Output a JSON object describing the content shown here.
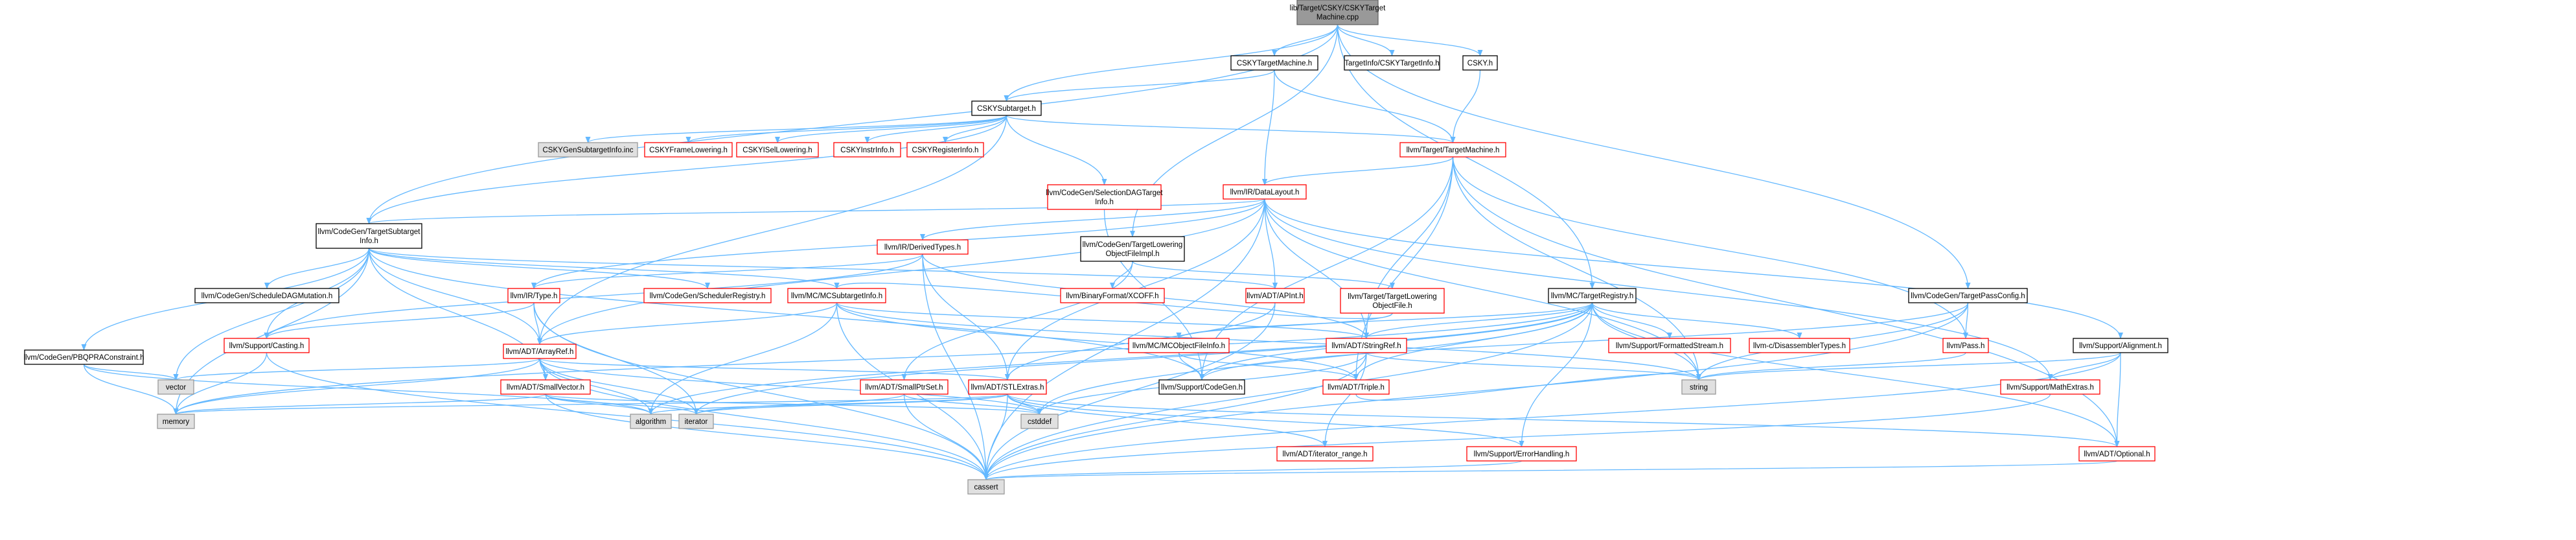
{
  "graph": {
    "colors": {
      "edge": "#63b8ff",
      "root_fill": "#999999",
      "root_border": "#666666",
      "red_text": "#ff0000",
      "black_text": "#000000",
      "white_fill": "#ffffff",
      "grey_fill": "#e0e0e0",
      "grey_border": "#999999"
    },
    "nodes": [
      {
        "id": "root",
        "lines": [
          "lib/Target/CSKY/CSKYTarget",
          "Machine.cpp"
        ],
        "style": "root"
      },
      {
        "id": "CSKYTargetMachine_h",
        "lines": [
          "CSKYTargetMachine.h"
        ],
        "style": "black"
      },
      {
        "id": "TargetInfo",
        "lines": [
          "TargetInfo/CSKYTargetInfo.h"
        ],
        "style": "black"
      },
      {
        "id": "CSKY_h",
        "lines": [
          "CSKY.h"
        ],
        "style": "black"
      },
      {
        "id": "CSKYSubtarget",
        "lines": [
          "CSKYSubtarget.h"
        ],
        "style": "black"
      },
      {
        "id": "GenSubtargetInfo",
        "lines": [
          "CSKYGenSubtargetInfo.inc"
        ],
        "style": "grey"
      },
      {
        "id": "FrameLowering",
        "lines": [
          "CSKYFrameLowering.h"
        ],
        "style": "red"
      },
      {
        "id": "ISelLowering",
        "lines": [
          "CSKYISelLowering.h"
        ],
        "style": "red"
      },
      {
        "id": "InstrInfo",
        "lines": [
          "CSKYInstrInfo.h"
        ],
        "style": "red"
      },
      {
        "id": "RegisterInfo",
        "lines": [
          "CSKYRegisterInfo.h"
        ],
        "style": "red"
      },
      {
        "id": "TargetMachine",
        "lines": [
          "llvm/Target/TargetMachine.h"
        ],
        "style": "red"
      },
      {
        "id": "SelectionDAG",
        "lines": [
          "llvm/CodeGen/SelectionDAGTarget",
          "Info.h"
        ],
        "style": "red"
      },
      {
        "id": "DataLayout",
        "lines": [
          "llvm/IR/DataLayout.h"
        ],
        "style": "red"
      },
      {
        "id": "TargetSubtargetInfo",
        "lines": [
          "llvm/CodeGen/TargetSubtarget",
          "Info.h"
        ],
        "style": "black"
      },
      {
        "id": "DerivedTypes",
        "lines": [
          "llvm/IR/DerivedTypes.h"
        ],
        "style": "red"
      },
      {
        "id": "TLOFImpl",
        "lines": [
          "llvm/CodeGen/TargetLowering",
          "ObjectFileImpl.h"
        ],
        "style": "black"
      },
      {
        "id": "SchedDAGMutation",
        "lines": [
          "llvm/CodeGen/ScheduleDAGMutation.h"
        ],
        "style": "black"
      },
      {
        "id": "PBQPRA",
        "lines": [
          "llvm/CodeGen/PBQPRAConstraint.h"
        ],
        "style": "black"
      },
      {
        "id": "IRType",
        "lines": [
          "llvm/IR/Type.h"
        ],
        "style": "red"
      },
      {
        "id": "SchedRegistry",
        "lines": [
          "llvm/CodeGen/SchedulerRegistry.h"
        ],
        "style": "red"
      },
      {
        "id": "MCSubtargetInfo",
        "lines": [
          "llvm/MC/MCSubtargetInfo.h"
        ],
        "style": "red"
      },
      {
        "id": "XCOFF",
        "lines": [
          "llvm/BinaryFormat/XCOFF.h"
        ],
        "style": "red"
      },
      {
        "id": "APInt",
        "lines": [
          "llvm/ADT/APInt.h"
        ],
        "style": "red"
      },
      {
        "id": "TLOF",
        "lines": [
          "llvm/Target/TargetLowering",
          "ObjectFile.h"
        ],
        "style": "red"
      },
      {
        "id": "TargetRegistry",
        "lines": [
          "llvm/MC/TargetRegistry.h"
        ],
        "style": "black"
      },
      {
        "id": "TargetPassConfig",
        "lines": [
          "llvm/CodeGen/TargetPassConfig.h"
        ],
        "style": "black"
      },
      {
        "id": "Casting",
        "lines": [
          "llvm/Support/Casting.h"
        ],
        "style": "red"
      },
      {
        "id": "ArrayRef",
        "lines": [
          "llvm/ADT/ArrayRef.h"
        ],
        "style": "red"
      },
      {
        "id": "vector",
        "lines": [
          "vector"
        ],
        "style": "grey"
      },
      {
        "id": "MCObjectFileInfo",
        "lines": [
          "llvm/MC/MCObjectFileInfo.h"
        ],
        "style": "red"
      },
      {
        "id": "StringRef",
        "lines": [
          "llvm/ADT/StringRef.h"
        ],
        "style": "red"
      },
      {
        "id": "FormattedStream",
        "lines": [
          "llvm/Support/FormattedStream.h"
        ],
        "style": "red"
      },
      {
        "id": "Disassembler",
        "lines": [
          "llvm-c/DisassemblerTypes.h"
        ],
        "style": "red"
      },
      {
        "id": "Pass",
        "lines": [
          "llvm/Pass.h"
        ],
        "style": "red"
      },
      {
        "id": "Alignment",
        "lines": [
          "llvm/Support/Alignment.h"
        ],
        "style": "black"
      },
      {
        "id": "SmallVector",
        "lines": [
          "llvm/ADT/SmallVector.h"
        ],
        "style": "red"
      },
      {
        "id": "SmallPtrSet",
        "lines": [
          "llvm/ADT/SmallPtrSet.h"
        ],
        "style": "red"
      },
      {
        "id": "STLExtras",
        "lines": [
          "llvm/ADT/STLExtras.h"
        ],
        "style": "red"
      },
      {
        "id": "SupportCodeGen",
        "lines": [
          "llvm/Support/CodeGen.h"
        ],
        "style": "black"
      },
      {
        "id": "Triple",
        "lines": [
          "llvm/ADT/Triple.h"
        ],
        "style": "red"
      },
      {
        "id": "string",
        "lines": [
          "string"
        ],
        "style": "grey"
      },
      {
        "id": "MathExtras",
        "lines": [
          "llvm/Support/MathExtras.h"
        ],
        "style": "red"
      },
      {
        "id": "memory",
        "lines": [
          "memory"
        ],
        "style": "grey"
      },
      {
        "id": "algorithm",
        "lines": [
          "algorithm"
        ],
        "style": "grey"
      },
      {
        "id": "iterator",
        "lines": [
          "iterator"
        ],
        "style": "grey"
      },
      {
        "id": "cstddef",
        "lines": [
          "cstddef"
        ],
        "style": "grey"
      },
      {
        "id": "IteratorRange",
        "lines": [
          "llvm/ADT/iterator_range.h"
        ],
        "style": "red"
      },
      {
        "id": "ErrorHandling",
        "lines": [
          "llvm/Support/ErrorHandling.h"
        ],
        "style": "red"
      },
      {
        "id": "Optional",
        "lines": [
          "llvm/ADT/Optional.h"
        ],
        "style": "red"
      },
      {
        "id": "cassert",
        "lines": [
          "cassert"
        ],
        "style": "grey"
      }
    ],
    "edges": [
      [
        "root",
        "CSKYTargetMachine_h"
      ],
      [
        "root",
        "TargetInfo"
      ],
      [
        "root",
        "CSKY_h"
      ],
      [
        "root",
        "CSKYSubtarget"
      ],
      [
        "root",
        "TargetSubtargetInfo"
      ],
      [
        "root",
        "TLOFImpl"
      ],
      [
        "root",
        "TargetRegistry"
      ],
      [
        "root",
        "TargetPassConfig"
      ],
      [
        "CSKYTargetMachine_h",
        "CSKYSubtarget"
      ],
      [
        "CSKYTargetMachine_h",
        "TargetMachine"
      ],
      [
        "CSKYTargetMachine_h",
        "DataLayout"
      ],
      [
        "CSKY_h",
        "TargetMachine"
      ],
      [
        "CSKYSubtarget",
        "GenSubtargetInfo"
      ],
      [
        "CSKYSubtarget",
        "FrameLowering"
      ],
      [
        "CSKYSubtarget",
        "ISelLowering"
      ],
      [
        "CSKYSubtarget",
        "InstrInfo"
      ],
      [
        "CSKYSubtarget",
        "RegisterInfo"
      ],
      [
        "CSKYSubtarget",
        "TargetMachine"
      ],
      [
        "CSKYSubtarget",
        "SelectionDAG"
      ],
      [
        "CSKYSubtarget",
        "TargetSubtargetInfo"
      ],
      [
        "CSKYSubtarget",
        "ArrayRef"
      ],
      [
        "TargetMachine",
        "DataLayout"
      ],
      [
        "TargetMachine",
        "Pass"
      ],
      [
        "TargetMachine",
        "Optional"
      ],
      [
        "TargetMachine",
        "StringRef"
      ],
      [
        "TargetMachine",
        "Triple"
      ],
      [
        "TargetMachine",
        "SupportCodeGen"
      ],
      [
        "TargetMachine",
        "string"
      ],
      [
        "SelectionDAG",
        "SupportCodeGen"
      ],
      [
        "DataLayout",
        "DerivedTypes"
      ],
      [
        "DataLayout",
        "IRType"
      ],
      [
        "DataLayout",
        "APInt"
      ],
      [
        "DataLayout",
        "ArrayRef"
      ],
      [
        "DataLayout",
        "STLExtras"
      ],
      [
        "DataLayout",
        "StringRef"
      ],
      [
        "DataLayout",
        "Alignment"
      ],
      [
        "DataLayout",
        "MathExtras"
      ],
      [
        "DataLayout",
        "TargetSubtargetInfo"
      ],
      [
        "DataLayout",
        "string"
      ],
      [
        "DataLayout",
        "cassert"
      ],
      [
        "TargetSubtargetInfo",
        "SchedDAGMutation"
      ],
      [
        "TargetSubtargetInfo",
        "PBQPRA"
      ],
      [
        "TargetSubtargetInfo",
        "SchedRegistry"
      ],
      [
        "TargetSubtargetInfo",
        "MCSubtargetInfo"
      ],
      [
        "TargetSubtargetInfo",
        "ArrayRef"
      ],
      [
        "TargetSubtargetInfo",
        "SmallVector"
      ],
      [
        "TargetSubtargetInfo",
        "SupportCodeGen"
      ],
      [
        "TargetSubtargetInfo",
        "Casting"
      ],
      [
        "TargetSubtargetInfo",
        "vector"
      ],
      [
        "TargetSubtargetInfo",
        "memory"
      ],
      [
        "TargetSubtargetInfo",
        "APInt"
      ],
      [
        "DerivedTypes",
        "IRType"
      ],
      [
        "DerivedTypes",
        "Casting"
      ],
      [
        "DerivedTypes",
        "STLExtras"
      ],
      [
        "DerivedTypes",
        "StringRef"
      ],
      [
        "DerivedTypes",
        "cassert"
      ],
      [
        "TLOFImpl",
        "XCOFF"
      ],
      [
        "TLOFImpl",
        "TLOF"
      ],
      [
        "TLOFImpl",
        "SmallPtrSet"
      ],
      [
        "TLOF",
        "MCObjectFileInfo"
      ],
      [
        "TLOF",
        "MCSubtargetInfo"
      ],
      [
        "PBQPRA",
        "vector"
      ],
      [
        "PBQPRA",
        "memory"
      ],
      [
        "PBQPRA",
        "algorithm"
      ],
      [
        "IRType",
        "ArrayRef"
      ],
      [
        "IRType",
        "Casting"
      ],
      [
        "IRType",
        "iterator"
      ],
      [
        "IRType",
        "cassert"
      ],
      [
        "MCSubtargetInfo",
        "ArrayRef"
      ],
      [
        "MCSubtargetInfo",
        "StringRef"
      ],
      [
        "MCSubtargetInfo",
        "Triple"
      ],
      [
        "MCSubtargetInfo",
        "algorithm"
      ],
      [
        "MCSubtargetInfo",
        "cassert"
      ],
      [
        "MCSubtargetInfo",
        "string"
      ],
      [
        "APInt",
        "STLExtras"
      ],
      [
        "APInt",
        "cassert"
      ],
      [
        "TargetRegistry",
        "MCObjectFileInfo"
      ],
      [
        "TargetRegistry",
        "StringRef"
      ],
      [
        "TargetRegistry",
        "FormattedStream"
      ],
      [
        "TargetRegistry",
        "Disassembler"
      ],
      [
        "TargetRegistry",
        "Triple"
      ],
      [
        "TargetRegistry",
        "SupportCodeGen"
      ],
      [
        "TargetRegistry",
        "iterator_range"
      ],
      [
        "TargetRegistry",
        "ErrorHandling"
      ],
      [
        "TargetRegistry",
        "Optional"
      ],
      [
        "TargetRegistry",
        "cassert"
      ],
      [
        "TargetRegistry",
        "cstddef"
      ],
      [
        "TargetRegistry",
        "memory"
      ],
      [
        "TargetRegistry",
        "string"
      ],
      [
        "TargetRegistry",
        "algorithm"
      ],
      [
        "TargetRegistry",
        "iterator"
      ],
      [
        "TargetPassConfig",
        "Pass"
      ],
      [
        "TargetPassConfig",
        "SupportCodeGen"
      ],
      [
        "TargetPassConfig",
        "cassert"
      ],
      [
        "TargetPassConfig",
        "string"
      ],
      [
        "Casting",
        "memory"
      ],
      [
        "Casting",
        "cassert"
      ],
      [
        "ArrayRef",
        "SmallVector"
      ],
      [
        "ArrayRef",
        "STLExtras"
      ],
      [
        "ArrayRef",
        "vector"
      ],
      [
        "ArrayRef",
        "memory"
      ],
      [
        "ArrayRef",
        "algorithm"
      ],
      [
        "ArrayRef",
        "iterator"
      ],
      [
        "ArrayRef",
        "cassert"
      ],
      [
        "ArrayRef",
        "cstddef"
      ],
      [
        "SmallVector",
        "algorithm"
      ],
      [
        "SmallVector",
        "iterator"
      ],
      [
        "SmallVector",
        "memory"
      ],
      [
        "SmallVector",
        "cassert"
      ],
      [
        "SmallVector",
        "cstddef"
      ],
      [
        "SmallPtrSet",
        "cassert"
      ],
      [
        "SmallPtrSet",
        "cstddef"
      ],
      [
        "SmallPtrSet",
        "iterator"
      ],
      [
        "STLExtras",
        "IteratorRange"
      ],
      [
        "STLExtras",
        "ErrorHandling"
      ],
      [
        "STLExtras",
        "Optional"
      ],
      [
        "STLExtras",
        "algorithm"
      ],
      [
        "STLExtras",
        "cassert"
      ],
      [
        "STLExtras",
        "cstddef"
      ],
      [
        "STLExtras",
        "iterator"
      ],
      [
        "STLExtras",
        "memory"
      ],
      [
        "StringRef",
        "IteratorRange"
      ],
      [
        "StringRef",
        "string"
      ],
      [
        "StringRef",
        "cassert"
      ],
      [
        "StringRef",
        "cstddef"
      ],
      [
        "MCObjectFileInfo",
        "SupportCodeGen"
      ],
      [
        "MCObjectFileInfo",
        "Triple"
      ],
      [
        "Alignment",
        "MathExtras"
      ],
      [
        "Alignment",
        "Optional"
      ],
      [
        "Alignment",
        "cassert"
      ],
      [
        "Alignment",
        "string"
      ],
      [
        "MathExtras",
        "cassert"
      ],
      [
        "Optional",
        "cassert"
      ],
      [
        "Triple",
        "string"
      ],
      [
        "Pass",
        "string"
      ],
      [
        "ErrorHandling",
        "cassert"
      ]
    ]
  }
}
